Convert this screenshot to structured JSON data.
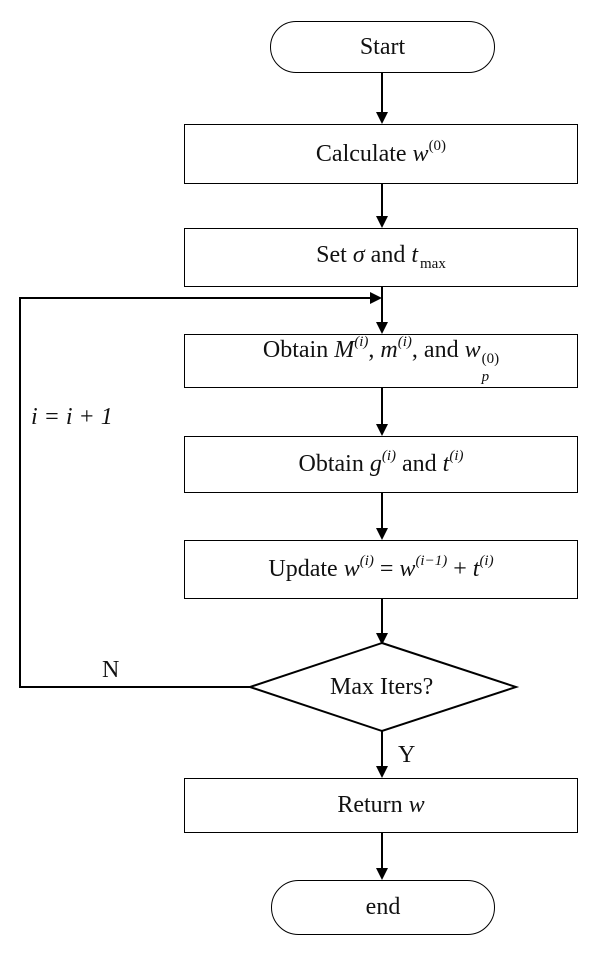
{
  "nodes": {
    "start": "Start",
    "calc": {
      "text": "Calculate",
      "var": "w",
      "sup": "(0)"
    },
    "set": {
      "text": "Set",
      "sigma": "σ",
      "and": "and",
      "t": "t",
      "sub": "max"
    },
    "obtain_m": {
      "text": "Obtain",
      "M": "M",
      "Msup": "(i)",
      "sep1": ",",
      "m": "m",
      "msup": "(i)",
      "sep2": ", and",
      "w": "w",
      "wsup": "(0)",
      "wsub": "p"
    },
    "obtain_g": {
      "text": "Obtain",
      "g": "g",
      "gsup": "(i)",
      "and": "and",
      "t": "t",
      "tsup": "(i)"
    },
    "update": {
      "text": "Update",
      "w": "w",
      "wsup": "(i)",
      "eq": "=",
      "w2": "w",
      "w2sup": "(i−1)",
      "plus": "+",
      "t": "t",
      "tsup": "(i)"
    },
    "decision": "Max Iters?",
    "return": {
      "text": "Return",
      "var": "w"
    },
    "end": "end"
  },
  "labels": {
    "no": "N",
    "yes": "Y",
    "loop": "i = i + 1"
  }
}
